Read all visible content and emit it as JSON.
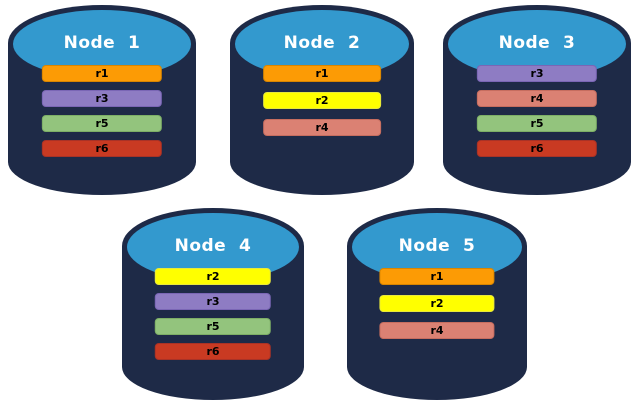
{
  "canvas": {
    "background": "#FFFFFF"
  },
  "style": {
    "cylinder_body_color": "#1E2A47",
    "cylinder_top_color": "#3399CE",
    "title_color": "#FFFFFF",
    "bar_text_color": "#000000"
  },
  "replica_palette": {
    "r1": {
      "fill": "#FC9B05",
      "border": "#D88500"
    },
    "r2": {
      "fill": "#FFFF00",
      "border": "#E8E83C"
    },
    "r3": {
      "fill": "#8E7CC3",
      "border": "#7A66B5"
    },
    "r4": {
      "fill": "#DB8173",
      "border": "#C66D5F"
    },
    "r5": {
      "fill": "#93C47D",
      "border": "#7DAF66"
    },
    "r6": {
      "fill": "#C93A22",
      "border": "#A93226"
    }
  },
  "nodes": [
    {
      "id": "node-1",
      "title": "Node  1",
      "replicas": [
        "r1",
        "r3",
        "r5",
        "r6"
      ]
    },
    {
      "id": "node-2",
      "title": "Node  2",
      "replicas": [
        "r1",
        "r2",
        "r4"
      ]
    },
    {
      "id": "node-3",
      "title": "Node  3",
      "replicas": [
        "r3",
        "r4",
        "r5",
        "r6"
      ]
    },
    {
      "id": "node-4",
      "title": "Node  4",
      "replicas": [
        "r2",
        "r3",
        "r5",
        "r6"
      ]
    },
    {
      "id": "node-5",
      "title": "Node  5",
      "replicas": [
        "r1",
        "r2",
        "r4"
      ]
    }
  ]
}
